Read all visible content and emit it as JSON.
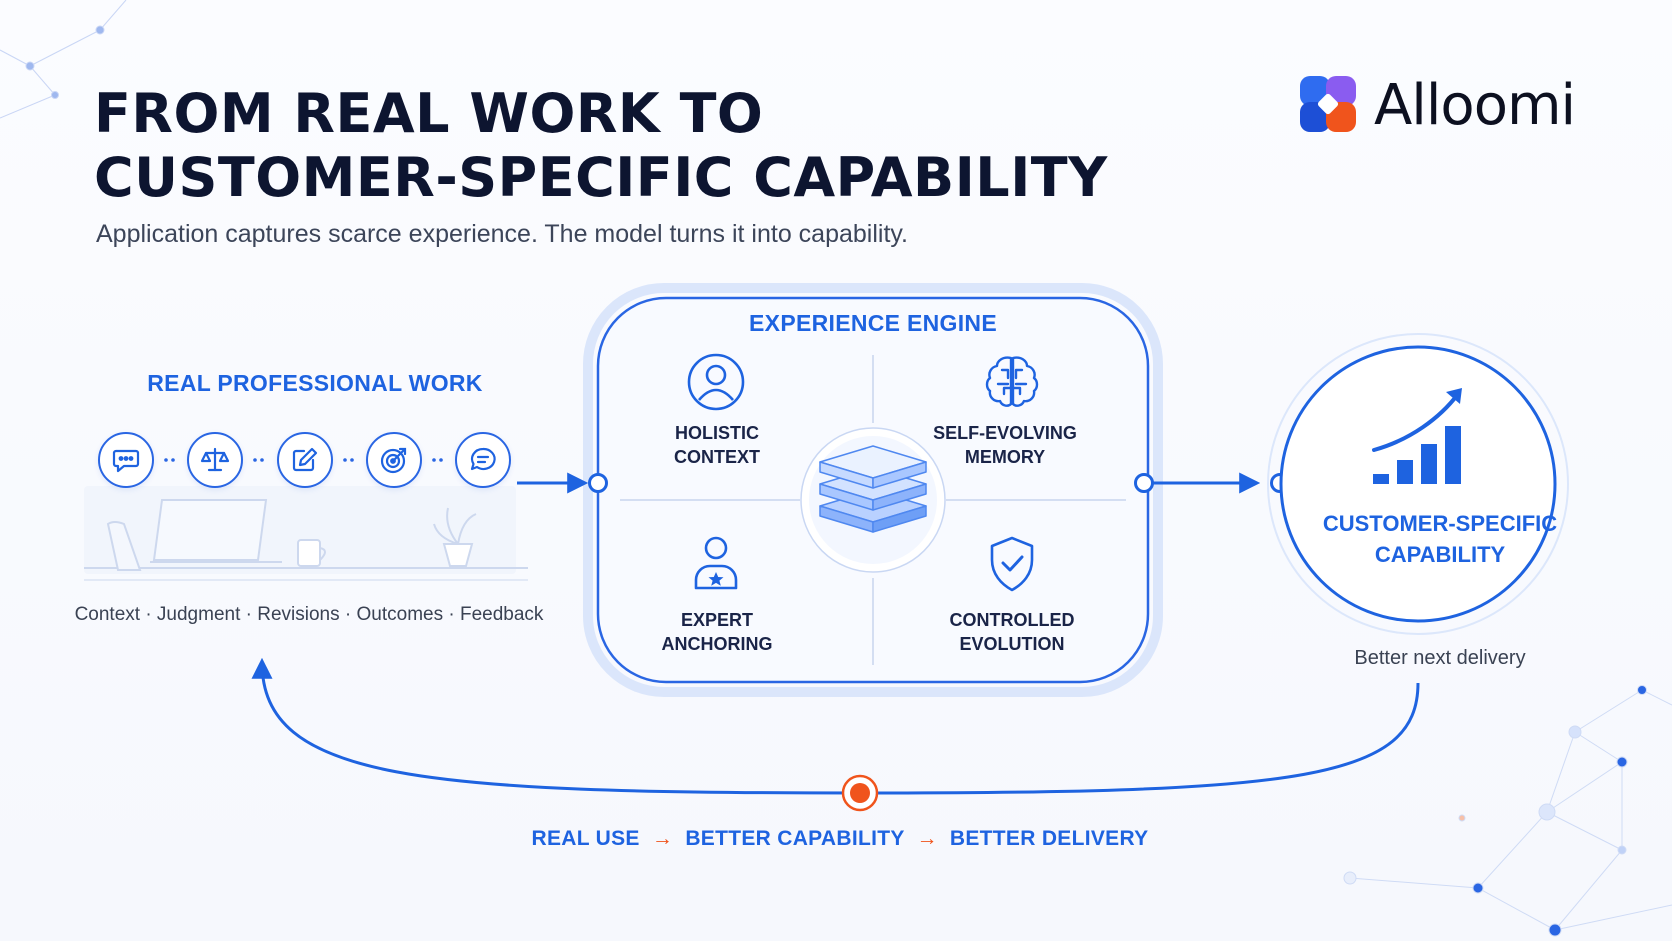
{
  "title": {
    "line1": "FROM REAL WORK TO",
    "line2": "CUSTOMER-SPECIFIC CAPABILITY"
  },
  "subtitle": "Application captures scarce experience. The model turns it into capability.",
  "brand": {
    "name": "Alloomi",
    "icon": "brand-logo-icon"
  },
  "real_work": {
    "title": "REAL PROFESSIONAL WORK",
    "caption": "Context · Judgment · Revisions · Outcomes · Feedback",
    "icons": [
      "chat-bubble-icon",
      "scale-icon",
      "edit-icon",
      "target-icon",
      "message-icon"
    ]
  },
  "engine": {
    "title": "EXPERIENCE ENGINE",
    "center_icon": "layers-icon",
    "quadrants": [
      {
        "icon": "user-icon",
        "line1": "HOLISTIC",
        "line2": "CONTEXT"
      },
      {
        "icon": "brain-icon",
        "line1": "SELF-EVOLVING",
        "line2": "MEMORY"
      },
      {
        "icon": "expert-icon",
        "line1": "EXPERT",
        "line2": "ANCHORING"
      },
      {
        "icon": "shield-check-icon",
        "line1": "CONTROLLED",
        "line2": "EVOLUTION"
      }
    ]
  },
  "capability": {
    "line1": "CUSTOMER-SPECIFIC",
    "line2": "CAPABILITY",
    "caption": "Better next delivery",
    "icon": "growth-chart-icon"
  },
  "loop": {
    "step1": "REAL USE",
    "step2": "BETTER CAPABILITY",
    "step3": "BETTER DELIVERY",
    "separator": "→"
  },
  "colors": {
    "accent": "#1e63e0",
    "title": "#0d1530",
    "highlight": "#f0541c"
  }
}
